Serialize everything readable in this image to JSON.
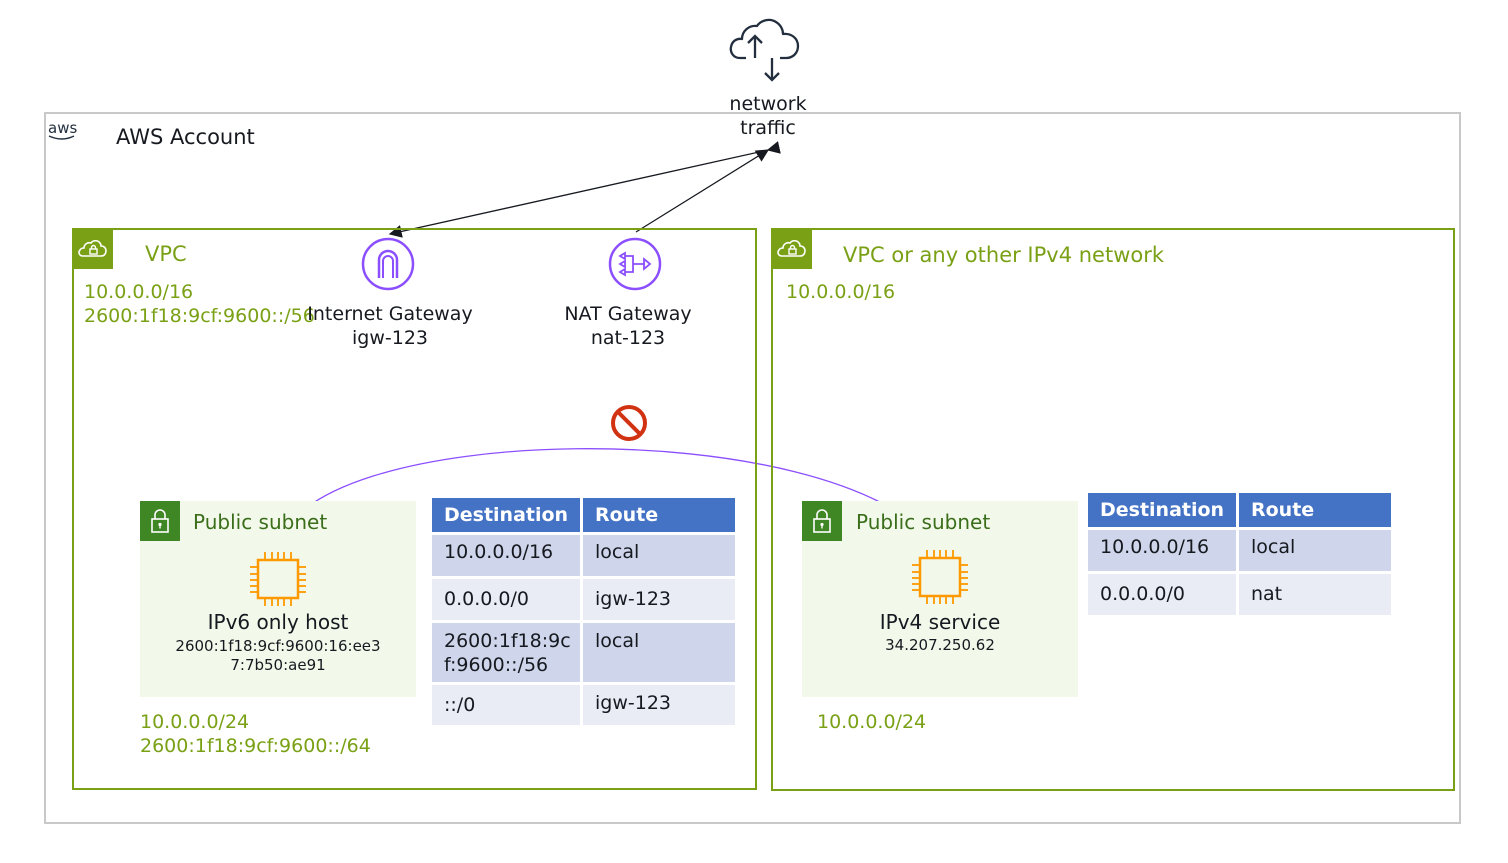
{
  "cloud": {
    "label_line1": "network",
    "label_line2": "traffic"
  },
  "account": {
    "logo_text": "aws",
    "title": "AWS Account"
  },
  "vpc_left": {
    "title": "VPC",
    "cidr_v4": "10.0.0.0/16",
    "cidr_v6": "2600:1f18:9cf:9600::/56",
    "igw": {
      "name": "Internet Gateway",
      "id": "igw-123"
    },
    "nat": {
      "name": "NAT Gateway",
      "id": "nat-123"
    },
    "subnet": {
      "title": "Public subnet",
      "host_name": "IPv6 only host",
      "host_addr_line1": "2600:1f18:9cf:9600:16:ee3",
      "host_addr_line2": "7:7b50:ae91",
      "cidr_v4": "10.0.0.0/24",
      "cidr_v6": "2600:1f18:9cf:9600::/64"
    },
    "route_table": {
      "headers": [
        "Destination",
        "Route"
      ],
      "rows": [
        {
          "dest_line1": "10.0.0.0/16",
          "dest_line2": "",
          "route": "local"
        },
        {
          "dest_line1": "0.0.0.0/0",
          "dest_line2": "",
          "route": "igw-123"
        },
        {
          "dest_line1": "2600:1f18:9c",
          "dest_line2": "f:9600::/56",
          "route": "local"
        },
        {
          "dest_line1": "::/0",
          "dest_line2": "",
          "route": "igw-123"
        }
      ]
    }
  },
  "vpc_right": {
    "title": "VPC or any other IPv4 network",
    "cidr_v4": "10.0.0.0/16",
    "subnet": {
      "title": "Public subnet",
      "host_name": "IPv4 service",
      "host_addr": "34.207.250.62",
      "cidr_v4": "10.0.0.0/24"
    },
    "route_table": {
      "headers": [
        "Destination",
        "Route"
      ],
      "rows": [
        {
          "dest": "10.0.0.0/16",
          "route": "local"
        },
        {
          "dest": "0.0.0.0/0",
          "route": "nat"
        }
      ]
    }
  },
  "colors": {
    "vpc_border": "#7aa116",
    "subnet_fill": "#f2f8ea",
    "subnet_badge": "#3f8624",
    "gateway_purple": "#8c4fff",
    "chip_orange": "#ff9900",
    "table_header": "#4472c4",
    "table_row_odd": "#cfd5ea",
    "table_row_even": "#e9ebf5",
    "blocked_red": "#d13212"
  }
}
